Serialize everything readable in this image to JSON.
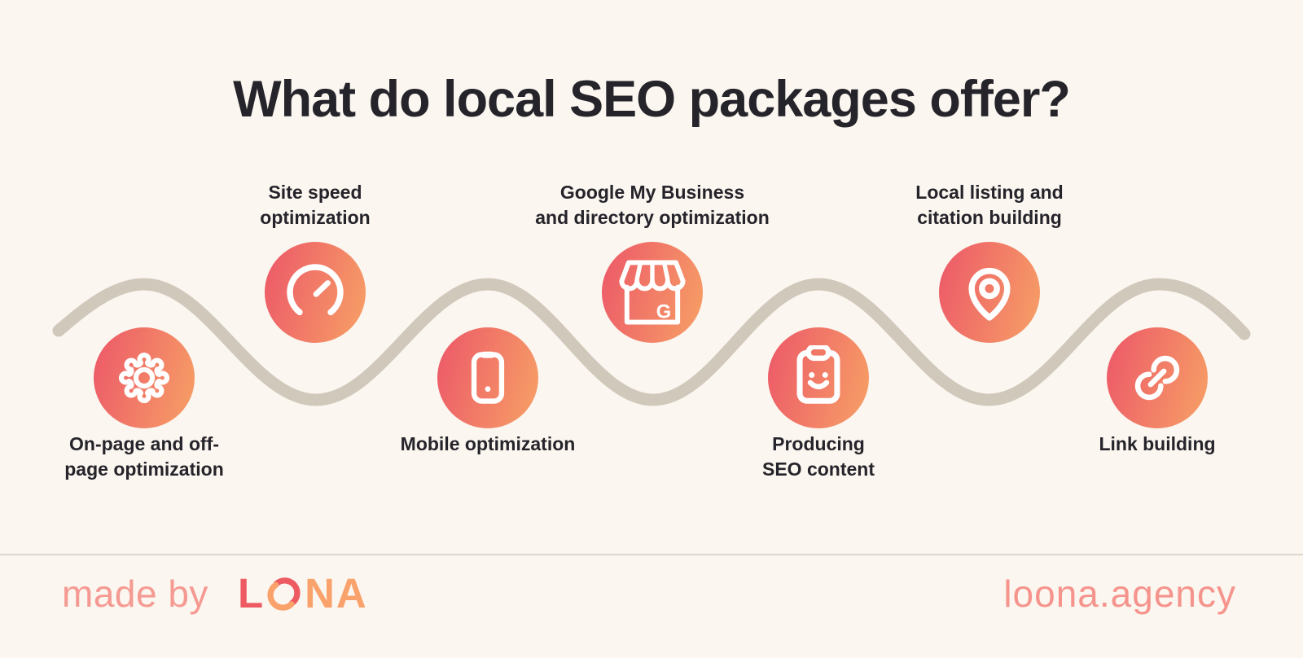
{
  "title": "What do local SEO packages offer?",
  "steps": [
    {
      "id": "on-page-off-page",
      "line1": "On-page and off-",
      "line2": "page optimization",
      "icon": "gear",
      "row": "bottom"
    },
    {
      "id": "site-speed",
      "line1": "Site speed",
      "line2": "optimization",
      "icon": "speedometer",
      "row": "top"
    },
    {
      "id": "mobile",
      "line1": "Mobile optimization",
      "line2": "",
      "icon": "smartphone",
      "row": "bottom"
    },
    {
      "id": "google-my-business",
      "line1": "Google My Business",
      "line2": "and directory optimization",
      "icon": "storefront",
      "icon_letter": "G",
      "row": "top"
    },
    {
      "id": "seo-content",
      "line1": "Producing",
      "line2": "SEO content",
      "icon": "clipboard-smile",
      "row": "bottom"
    },
    {
      "id": "local-listing",
      "line1": "Local listing and",
      "line2": "citation building",
      "icon": "map-pin",
      "row": "top"
    },
    {
      "id": "link-building",
      "line1": "Link building",
      "line2": "",
      "icon": "chain-link",
      "row": "bottom"
    }
  ],
  "footer": {
    "made_by": "made by",
    "logo_prefix": "L",
    "logo_suffix": "NA",
    "website": "loona.agency"
  },
  "colors": {
    "background": "#FBF6EF",
    "wave": "#D1C8BC",
    "divider": "#DCD6CC",
    "heading_text": "#26242B",
    "icon_gradient_start": "#EC5768",
    "icon_gradient_end": "#F7A166",
    "footer_text_pink": "#F59A93",
    "logo_red": "#EE5A62",
    "logo_orange": "#F9A26B"
  }
}
